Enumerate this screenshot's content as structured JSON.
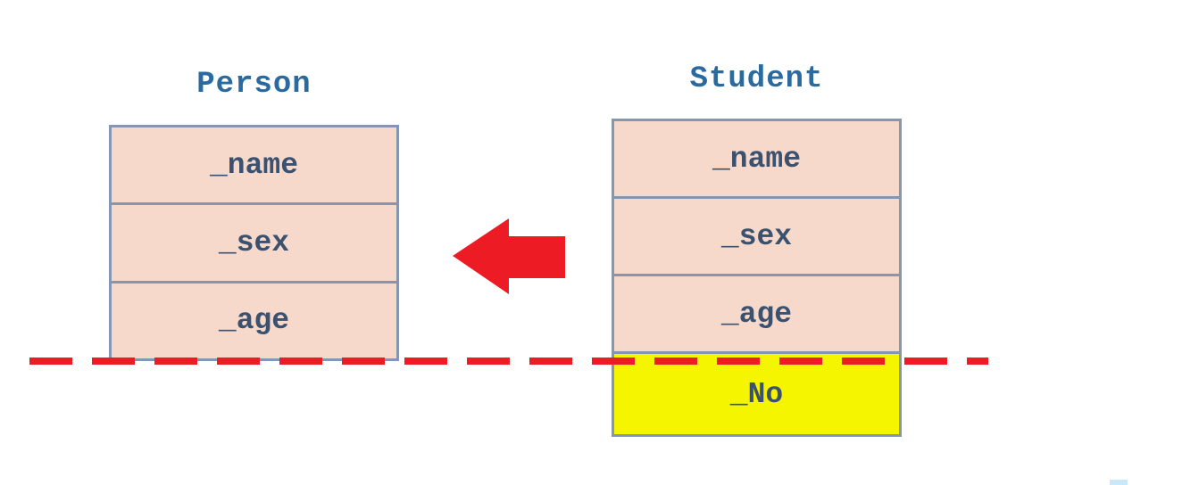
{
  "person": {
    "title": "Person",
    "fields": [
      "_name",
      "_sex",
      "_age"
    ]
  },
  "student": {
    "title": "Student",
    "fields": [
      "_name",
      "_sex",
      "_age"
    ],
    "highlight_field": "_No"
  },
  "icons": {
    "arrow": "left-block-arrow",
    "separator": "red-dashed-line"
  },
  "colors": {
    "box_fill": "#f6d9cb",
    "box_border": "#8496b2",
    "title_text": "#2b6a9e",
    "field_text": "#3b5170",
    "highlight_fill": "#f5f500",
    "accent_red": "#ed1b24",
    "artifact_blue": "#c9e9f8"
  }
}
